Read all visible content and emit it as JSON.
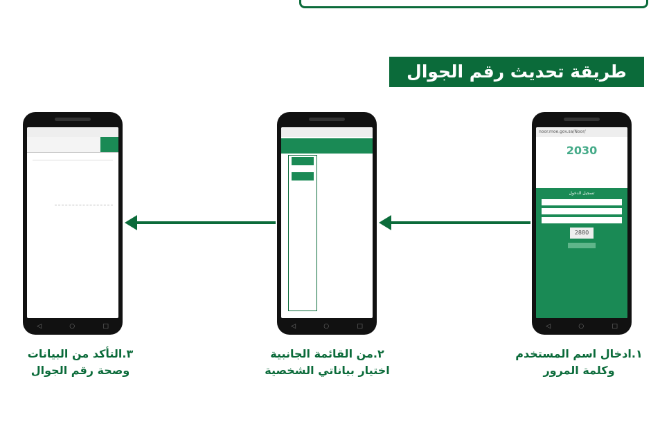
{
  "title": "طريقة تحديث رقم الجوال",
  "steps": [
    {
      "line1": "١.ادخال اسم المستخدم",
      "line2": "وكلمة المرور"
    },
    {
      "line1": "٢.من القائمة الجانبية",
      "line2": "اختيار بياناتي الشخصية"
    },
    {
      "line1": "٣.التأكد من البيانات",
      "line2": "وصحة رقم الجوال"
    }
  ],
  "phone1": {
    "url": "noor.moe.gov.sa/Noor/",
    "logo": "2030",
    "panel_title": "تسجيل الدخول",
    "captcha": "2880"
  },
  "colors": {
    "brand_green": "#0b6b3a",
    "panel_green": "#1a8a55"
  }
}
